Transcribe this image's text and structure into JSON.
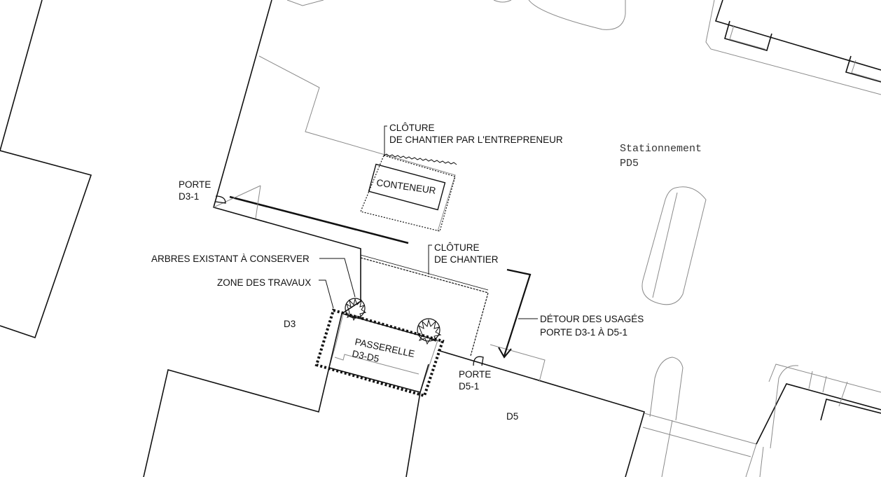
{
  "labels": {
    "stationnement_line1": "Stationnement",
    "stationnement_line2": "PD5",
    "cloture_entrepreneur_line1": "CLÔTURE",
    "cloture_entrepreneur_line2": "DE CHANTIER PAR L'ENTREPRENEUR",
    "conteneur": "CONTENEUR",
    "porte_d31_line1": "PORTE",
    "porte_d31_line2": "D3-1",
    "cloture_chantier_line1": "CLÔTURE",
    "cloture_chantier_line2": "DE CHANTIER",
    "arbres": "ARBRES EXISTANT À CONSERVER",
    "zone_travaux": "ZONE DES TRAVAUX",
    "d3": "D3",
    "passerelle_line1": "PASSERELLE",
    "passerelle_line2": "D3-D5",
    "detour_line1": "DÉTOUR DES USAGÉS",
    "detour_line2": "PORTE D3-1 À D5-1",
    "porte_d51_line1": "PORTE",
    "porte_d51_line2": "D5-1",
    "d5": "D5"
  },
  "icons": [
    "tree-icon",
    "door-swing-icon",
    "detour-arrow-icon"
  ]
}
